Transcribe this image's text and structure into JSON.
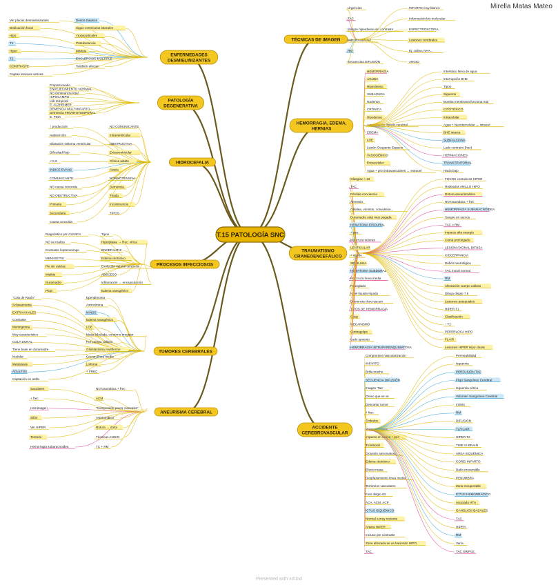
{
  "author": "Mirella Matas Mateo",
  "footer": "Presented with xmind",
  "center": "T.15 PATOLOGÍA SNC",
  "branches": [
    {
      "id": "enf",
      "title": "ENFERMEDADES DESMIELINIZANTES",
      "side": "left",
      "leaves": [
        "Ver placas desmielinizantes",
        "Dedicación focal",
        "Hipo",
        "T1",
        "Hiper",
        "T2",
        "CONTRASTE",
        "Captan lesiones activas",
        "Dedos Dawson",
        "Sigue ventrículos laterales",
        "Yuxtacorticales",
        "Protuberancia",
        "Médula",
        "ESCLEROSIS MÚLTIPLE",
        "También afectan"
      ]
    },
    {
      "id": "pat",
      "title": "PATOLOGÍA DEGENERATIVA",
      "side": "left",
      "leaves": [
        "Proporcionado",
        "ENVEJECIMIENTO NORMAL",
        "NO dominancia total",
        "HIPOCAMPO",
        "Lób temporal",
        "E. ALZHEIMER",
        "DEMENCIA MULTIINFARTO",
        "Demencia FRONTOTEMPORAL",
        "E. PICK"
      ]
    },
    {
      "id": "hid",
      "title": "HIDROCEFALIA",
      "side": "left",
      "leaves": [
        "↑ producción",
        "reabsorción",
        "Dilatación sistema ventricular",
        "Dificultad flujo",
        "< 0,3",
        "ÍNDICE EVANS",
        "COMUNICANTE",
        "NO causa conocida",
        "NO OBSTRUCTIVA",
        "Primaria",
        "Secundaria",
        "Causa conocida",
        "NO COMUNICANTE",
        "Intraventricular",
        "OBSTRUCTIVA",
        "Extraventricular",
        "Clínica adulto",
        "Ataxia",
        "NORMOTENSIVA",
        "Demencia",
        "Triada",
        "Incontinencia",
        "TIPOS"
      ]
    },
    {
      "id": "inf",
      "title": "PROCESOS INFECCIOSOS",
      "side": "left",
      "leaves": [
        "Diagnóstico por CLÍNICA",
        "NO se realiza",
        "Contraste leptomeninge",
        "MENINGITIS",
        "Pie sin estrías",
        "Mielitis",
        "Duramadre",
        "Piojo",
        "Tipos",
        "Hiperplasia → Rec. vírica",
        "ENCEFALITIS",
        "Edema citotóxico",
        "Evolución natural cerebritis",
        "ABSCESO",
        "Inflamación → encapsulación",
        "Edema vasogénico"
      ]
    },
    {
      "id": "tum",
      "title": "TUMORES CEREBRALES",
      "side": "left",
      "leaves": [
        "\"Cola de Ratón\"",
        "Schwannoma",
        "EXTRAAXIALES",
        "Contraste",
        "Meningioma",
        "Muy característico",
        "COLA DURAL",
        "Tiene base en duramadre",
        "Nodular",
        "Metástasis",
        "ADULTOS",
        "Captación en anillo",
        "Ependimoma",
        "Astrocitoma",
        "NIÑOS",
        "Edema vasogénico",
        "LOE",
        "Masa lobulada, contorno irregular",
        "Por cuerpo calloso",
        "Glioblastoma multiforme",
        "Cruzan línea media",
        "Linfoma",
        "+ FREC"
      ]
    },
    {
      "id": "ane",
      "title": "ANEURISMA CEREBRAL",
      "side": "left",
      "leaves": [
        "Saculares",
        "+ frec",
        "Hemimagen",
        "Sifón",
        "Ver HIPER",
        "Tentorio",
        "Hemorragia subaracnoidea",
        "NO traumática + frec",
        "ACM",
        "\"Compresión pares craneales\"",
        "Asintomático",
        "Rotura → dolor",
        "Técnicas ANGIO",
        "TC + RM"
      ]
    },
    {
      "id": "tec",
      "title": "TÉCNICAS DE IMAGEN",
      "side": "right",
      "leaves": [
        "Urgencias",
        "TAC",
        "Sangre hiperdensa sin contraste",
        "Más sensibilidad",
        "RM",
        "Secuencias DIFUSIÓN",
        "INFARTO muy blanco",
        "Información bio molecular",
        "ESPECTROSCOPIA",
        "Lesiones cerebrales",
        "Ej: colina, NAA...",
        "ANGIO"
      ]
    },
    {
      "id": "hem",
      "title": "HEMORRAGIA, EDEMA, HERNIAS",
      "side": "right",
      "leaves": [
        "HEMORRAGIA",
        "AGUDA",
        "Hiperdenso",
        "SUBAGUDA",
        "Isodenso",
        "CRÓNICA",
        "Hipodenso",
        "Acumulación líquido cerebral",
        "EDEMA",
        "LOE",
        "Lesión Ocupante Espacio",
        "VASOGÉNICO",
        "Extracelular",
        "Agua + prot intravasculares → extracel",
        "Intersticio lleno de agua",
        "Interrupción BHE",
        "Tipos",
        "Sigueros",
        "Bomba membrana funciona mal",
        "CITOTÓXICO",
        "Intracelular",
        "Agua + Na intercelular → intracel",
        "BHE intacta",
        "SUBFALCIANA",
        "Lado contrario (hoz)",
        "HERNIACIONES",
        "TRANSTENTORIAL",
        "Hacia bajo"
      ]
    },
    {
      "id": "tra",
      "title": "TRAUMATISMO CRANEOENCEFÁLICO",
      "side": "right",
      "leaves": [
        "Glasgow < 13",
        "TAC",
        "Pérdida conciencia",
        "Amnesia",
        "Cefalea, vómitos, convulsión...",
        "Duramadre está muy pegada",
        "HEMATOMA EPIDURAL",
        "+ pes",
        "NO cruza suturas",
        "LENTICULAR",
        "+ agudo",
        "SEMILUNA",
        "HEMATOMA SUBDURAL",
        "NO cruza línea media",
        "Reanglado",
        "Nivel líquido-líquido",
        "Diferencia claro-oscuro",
        "TIPOS DE HEMORRAGIA",
        "Coup",
        "MECANISMO",
        "Contragolpe",
        "Lado opuesto",
        "HEMORRAGIA INTRAPARENQUIMATOSA",
        "FOCOS contusivos HIPER",
        "Rodeados ANILLO HIPO",
        "Rotura aneurismática",
        "NO traumática + frec",
        "HEMORRAGIA SUBARACNOIDEA",
        "Sangre en surcos",
        "TAC > RM",
        "Impacto alta energía",
        "Coma prolongado",
        "LESIÓN AXONAL DIFUSA",
        "CISCERPANCIA",
        "Déficit neurológico",
        "TAC inicial normal",
        "RM",
        "Afectación cuerpo calloso",
        "Dibujo disgto 7.5",
        "Lesiones petequiales",
        "HIPER T1",
        "Clasificación",
        "↑ T2",
        "PEPERLOCA HIPO",
        "FLAIR",
        "Lesiones HIPER Hipo claras"
      ]
    },
    {
      "id": "acv",
      "title": "ACCIDENTE CEREBROVASCULAR",
      "side": "right",
      "leaves": [
        "Compromiso vascularización",
        "INFARTO",
        "Brilla mucho",
        "SECUENCIA DIFUSIÓN",
        "Imagen 'Tas'",
        "Oroso que se ve",
        "Descartar tumor",
        "+ frec",
        "Émbolos",
        "Placa carótidea",
        "Impacto en vasos + pes",
        "Trombosis",
        "Oclusión ateromatosa",
        "Edema citotóxico",
        "Efecto masa",
        "Desplazamiento línea media",
        "Territorios vasculares",
        "Foto disgto 63",
        "ACA, ACM, ACP",
        "ICTUS ISQUÉMICO",
        "Normal a muy reciente",
        "Arteria HIPER",
        "Incluso pre contraste",
        "Zona afectada se va haciendo HIPO",
        "TAC",
        "Permeabilidad",
        "Isquemia",
        "PERFUSIÓN TAC",
        "Flujo Sanguíneo Cerebral",
        "Isquemia crítica",
        "Volumen Sanguíneo Cerebral",
        "Infarto",
        "RM",
        "DIFUSIÓN",
        "T2/FLAIR",
        "HIPER T2",
        "TIME IS BRAIN",
        "ÁREA ISQUÉMICA",
        "CORE/ INFARTO",
        "Daño irreversible",
        "PENUMBRA",
        "Zona recuperable",
        "ICTUS HEMORRÁGICO",
        "Asociado HTA",
        "GANGLIOS BASALES",
        "TAC",
        "HIPER",
        "RM",
        "Varía",
        "TAC SIMPLE"
      ]
    }
  ]
}
